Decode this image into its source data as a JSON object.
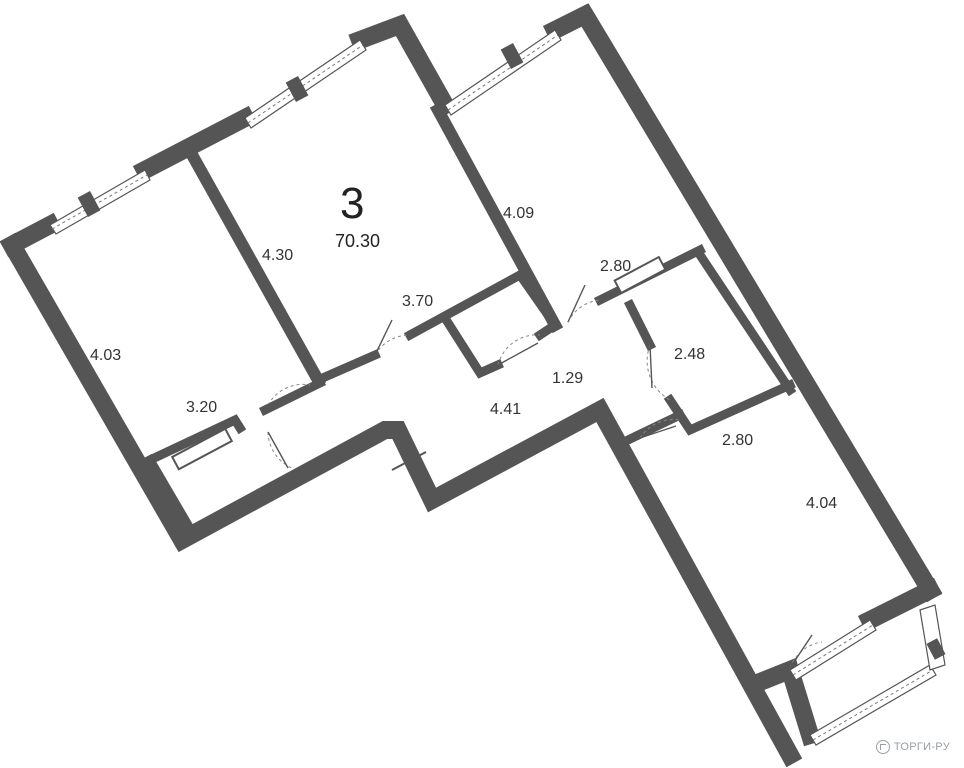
{
  "plan": {
    "room_count": "3",
    "total_area": "70.30",
    "watermark": "ТОРГИ-РУ"
  },
  "dimensions": {
    "room_left_length": "4.03",
    "room_left_width": "3.20",
    "room_center_length": "4.30",
    "room_center_width": "3.70",
    "room_right_length": "4.09",
    "room_right_width": "2.80",
    "bath_size": "2.48",
    "closet_size": "1.29",
    "hall_length": "4.41",
    "kitchen_width": "2.80",
    "kitchen_length": "4.04"
  }
}
